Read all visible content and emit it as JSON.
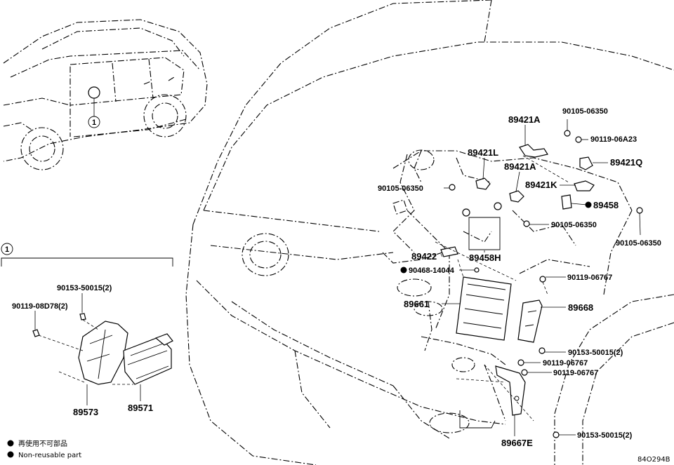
{
  "diagram": {
    "code": "84O294B",
    "callout_marker": "1",
    "inset_marker": "1",
    "legend": [
      {
        "symbol": "filled-dot",
        "text": "再使用不可部品"
      },
      {
        "symbol": "filled-dot",
        "text": "Non-reusable part"
      }
    ],
    "parts": [
      {
        "id": "p89421A_top",
        "label": "89421A",
        "non_reusable": false
      },
      {
        "id": "p90105_06350_a",
        "label": "90105-06350",
        "non_reusable": false
      },
      {
        "id": "p90119_06A23",
        "label": "90119-06A23",
        "non_reusable": false
      },
      {
        "id": "p89421L",
        "label": "89421L",
        "non_reusable": false
      },
      {
        "id": "p89421A_mid",
        "label": "89421A",
        "non_reusable": false
      },
      {
        "id": "p89421Q",
        "label": "89421Q",
        "non_reusable": false
      },
      {
        "id": "p90105_06350_b",
        "label": "90105-06350",
        "non_reusable": false
      },
      {
        "id": "p89421K",
        "label": "89421K",
        "non_reusable": false
      },
      {
        "id": "p89458",
        "label": "89458",
        "non_reusable": true
      },
      {
        "id": "p90105_06350_c",
        "label": "90105-06350",
        "non_reusable": false
      },
      {
        "id": "p90105_06350_d",
        "label": "90105-06350",
        "non_reusable": false
      },
      {
        "id": "p89422",
        "label": "89422",
        "non_reusable": false
      },
      {
        "id": "p89458H",
        "label": "89458H",
        "non_reusable": false
      },
      {
        "id": "p90468_14044",
        "label": "90468-14044",
        "non_reusable": true
      },
      {
        "id": "p90119_06767_a",
        "label": "90119-06767",
        "non_reusable": false
      },
      {
        "id": "p89661",
        "label": "89661",
        "non_reusable": false
      },
      {
        "id": "p89668",
        "label": "89668",
        "non_reusable": false
      },
      {
        "id": "p90153_50015_a",
        "label": "90153-50015(2)",
        "non_reusable": false
      },
      {
        "id": "p90119_06767_b",
        "label": "90119-06767",
        "non_reusable": false
      },
      {
        "id": "p90119_06767_c",
        "label": "90119-06767",
        "non_reusable": false
      },
      {
        "id": "p89667E",
        "label": "89667E",
        "non_reusable": false
      },
      {
        "id": "p90153_50015_b",
        "label": "90153-50015(2)",
        "non_reusable": false
      },
      {
        "id": "p90153_50015_c",
        "label": "90153-50015(2)",
        "non_reusable": false
      },
      {
        "id": "p90119_08078",
        "label": "90119-08D78(2)",
        "non_reusable": false
      },
      {
        "id": "p89573",
        "label": "89573",
        "non_reusable": false
      },
      {
        "id": "p89571",
        "label": "89571",
        "non_reusable": false
      }
    ]
  }
}
